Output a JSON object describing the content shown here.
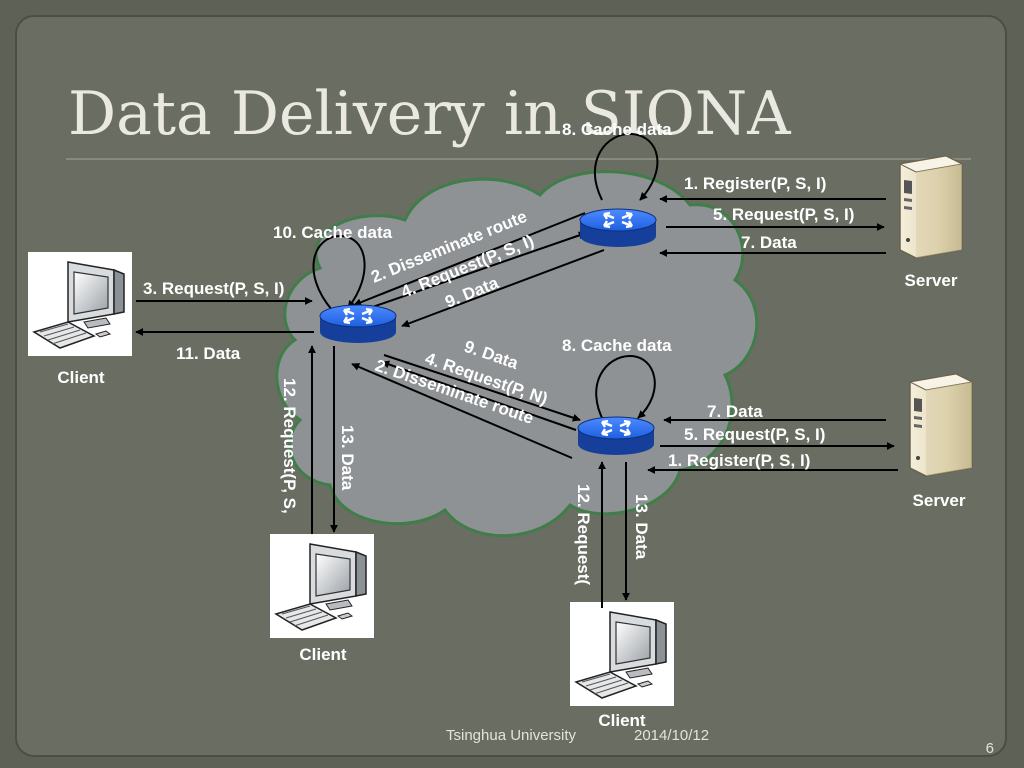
{
  "title": "Data Delivery in SIONA",
  "footer": {
    "institution": "Tsinghua University",
    "date": "2014/10/12",
    "page_number": "6"
  },
  "nodes": {
    "client_left": "Client",
    "client_bottom_left": "Client",
    "client_bottom_right": "Client",
    "server_top": "Server",
    "server_bottom": "Server"
  },
  "labels": {
    "cache_top": "8. Cache data",
    "register_top": "1. Register(P, S, I)",
    "request_top": "5. Request(P, S, I)",
    "data_top": "7. Data",
    "cache_left": "10. Cache data",
    "request_client_left": "3. Request(P, S, I)",
    "data_client_left": "11. Data",
    "disseminate_upper": "2. Disseminate route",
    "request_upper": "4. Request(P, S, I)",
    "data_upper": "9. Data",
    "data_lower": "9. Data",
    "request_lower": "4. Request(P, N)",
    "disseminate_lower": "2. Disseminate route",
    "cache_bottom": "8. Cache data",
    "data_bottom": "7. Data",
    "request_bottom": "5. Request(P, S, I)",
    "register_bottom": "1. Register(P, S, I)",
    "request_client_bl": "12. Request(P, S,",
    "data_client_bl": "13. Data",
    "request_client_br": "12. Request(",
    "data_client_br": "13. Data"
  },
  "icons": {
    "router": "router-icon",
    "server": "server-icon",
    "client": "computer-icon",
    "cloud": "cloud-shape"
  },
  "colors": {
    "background": "#5d6156",
    "panel": "#6a6d62",
    "cloud": "#8e9294",
    "cloud_outline": "#3f7e49",
    "router": "#1f5fe0",
    "text": "#ffffff"
  }
}
